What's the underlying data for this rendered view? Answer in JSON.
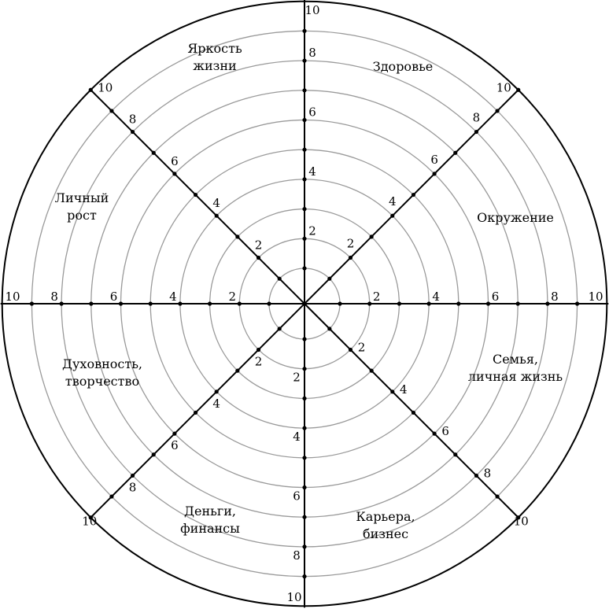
{
  "wheel": {
    "max": 10,
    "step_labels": [
      2,
      4,
      6,
      8,
      10
    ],
    "ring_color": "#9a9a9a",
    "axis_color": "#000000",
    "sectors": [
      {
        "lines": [
          "Здоровье"
        ]
      },
      {
        "lines": [
          "Окружение"
        ]
      },
      {
        "lines": [
          "Семья,",
          "личная жизнь"
        ]
      },
      {
        "lines": [
          "Карьера,",
          "бизнес"
        ]
      },
      {
        "lines": [
          "Деньги,",
          "финансы"
        ]
      },
      {
        "lines": [
          "Духовность,",
          "творчество"
        ]
      },
      {
        "lines": [
          "Личный",
          "рост"
        ]
      },
      {
        "lines": [
          "Яркость",
          "жизни"
        ]
      }
    ]
  }
}
